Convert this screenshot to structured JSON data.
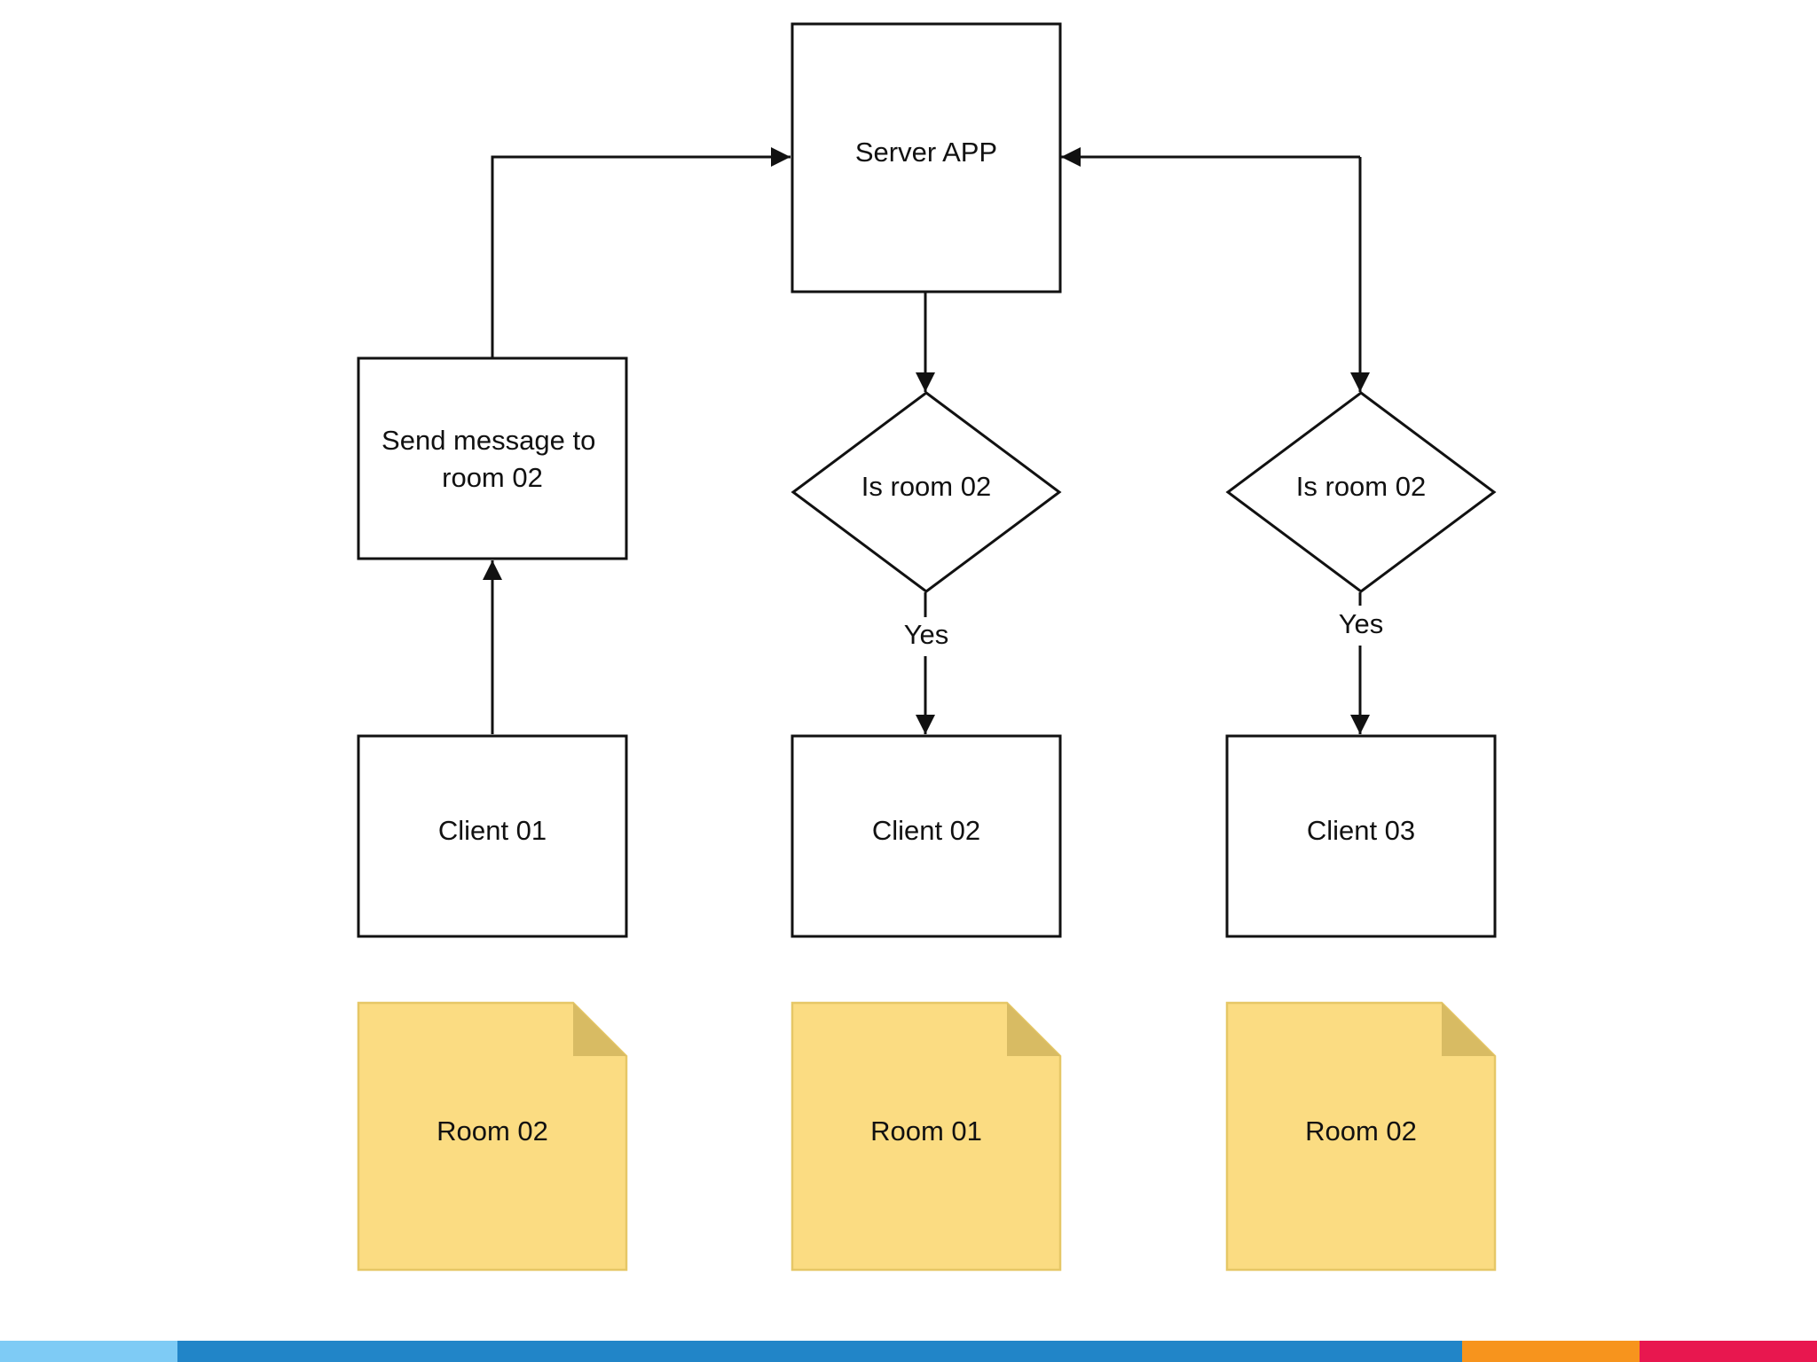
{
  "nodes": {
    "server": "Server APP",
    "send_message": [
      "Send message to",
      "room 02"
    ],
    "decision_1": "Is room 02",
    "decision_2": "Is room 02",
    "client_1": "Client 01",
    "client_2": "Client 02",
    "client_3": "Client 03",
    "room_1": "Room 02",
    "room_2": "Room 01",
    "room_3": "Room 02"
  },
  "edges": {
    "yes_1": "Yes",
    "yes_2": "Yes"
  },
  "colors": {
    "note_fill": "#fbdc82",
    "note_fold": "#d8bb63",
    "line": "#111111",
    "footer": [
      "#7ecbf5",
      "#2185c8",
      "#f7941d",
      "#e8174f"
    ]
  }
}
